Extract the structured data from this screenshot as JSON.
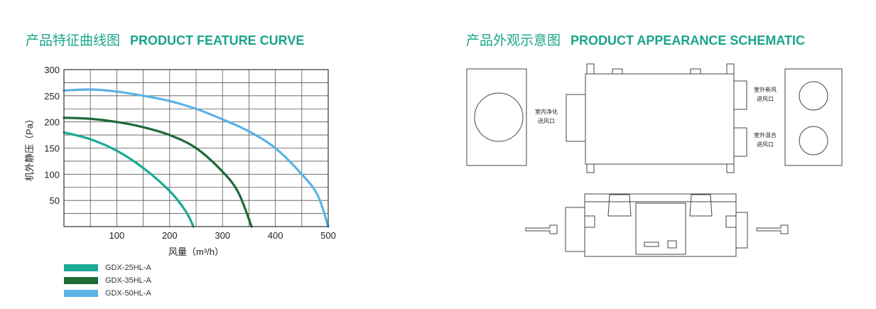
{
  "titles": {
    "left_zh": "产品特征曲线图",
    "left_en": "PRODUCT FEATURE CURVE",
    "right_zh": "产品外观示意图",
    "right_en": "PRODUCT APPEARANCE SCHEMATIC"
  },
  "colors": {
    "accent": "#1aa58a",
    "series_25": "#1ba994",
    "series_35": "#1f6a37",
    "series_50": "#5ab2e6"
  },
  "chart_data": {
    "type": "line",
    "xlabel": "风量（m³/h）",
    "ylabel": "机外静压（Pa）",
    "xlim": [
      0,
      500
    ],
    "ylim": [
      0,
      300
    ],
    "xticks": [
      100,
      200,
      300,
      400,
      500
    ],
    "yticks": [
      50,
      100,
      150,
      200,
      250,
      300
    ],
    "grid": true,
    "legend_position": "bottom-left",
    "series": [
      {
        "name": "GDX-25HL-A",
        "color": "#1ba994",
        "x": [
          0,
          50,
          100,
          150,
          200,
          230,
          245
        ],
        "y": [
          180,
          167,
          145,
          112,
          68,
          30,
          0
        ]
      },
      {
        "name": "GDX-35HL-A",
        "color": "#1f6a37",
        "x": [
          0,
          50,
          100,
          150,
          200,
          250,
          300,
          330,
          355
        ],
        "y": [
          208,
          206,
          200,
          190,
          175,
          150,
          105,
          65,
          0
        ]
      },
      {
        "name": "GDX-50HL-A",
        "color": "#5ab2e6",
        "x": [
          0,
          50,
          100,
          150,
          200,
          250,
          300,
          350,
          400,
          450,
          480,
          500
        ],
        "y": [
          260,
          262,
          258,
          250,
          240,
          225,
          205,
          182,
          150,
          100,
          60,
          0
        ]
      }
    ]
  },
  "schematic": {
    "label_indoor_supply": [
      "室内净化",
      "送风口"
    ],
    "label_outdoor_fresh": [
      "室外新风",
      "进风口"
    ],
    "label_outdoor_mix": [
      "室外混合",
      "进风口"
    ]
  }
}
